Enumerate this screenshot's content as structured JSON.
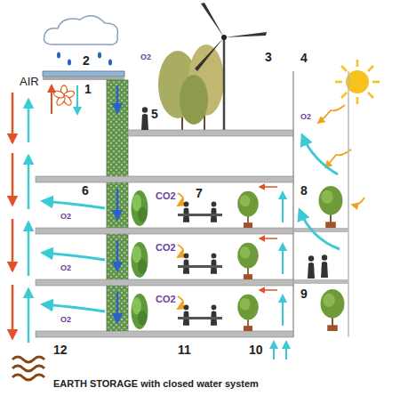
{
  "diagram": {
    "labels": [
      "AIR",
      "1",
      "2",
      "3",
      "4",
      "5",
      "6",
      "7",
      "8",
      "9",
      "10",
      "11",
      "12",
      "O2",
      "O2",
      "O2",
      "O2",
      "O2",
      "CO2",
      "CO2",
      "CO2",
      "EARTH STORAGE with closed water system"
    ]
  }
}
